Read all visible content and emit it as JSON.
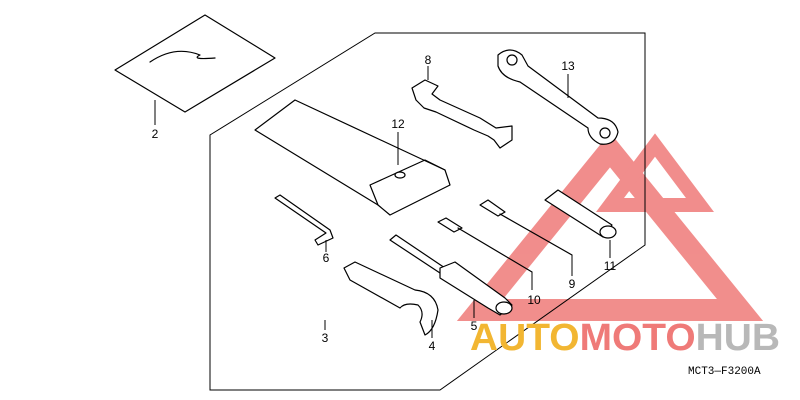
{
  "callouts": {
    "p2": "2",
    "p3": "3",
    "p4": "4",
    "p5": "5",
    "p6": "6",
    "p8": "8",
    "p9": "9",
    "p10": "10",
    "p11": "11",
    "p12": "12",
    "p13": "13"
  },
  "diagram_code": "MCT3—F3200A",
  "watermark": {
    "part1": "AUTO",
    "part2": "MOTO",
    "part3": "HUB",
    "colors": {
      "auto": "#f2b632",
      "moto": "#ef7a78",
      "hub": "#b8b8b8",
      "triangle": "#ef7a78"
    }
  }
}
